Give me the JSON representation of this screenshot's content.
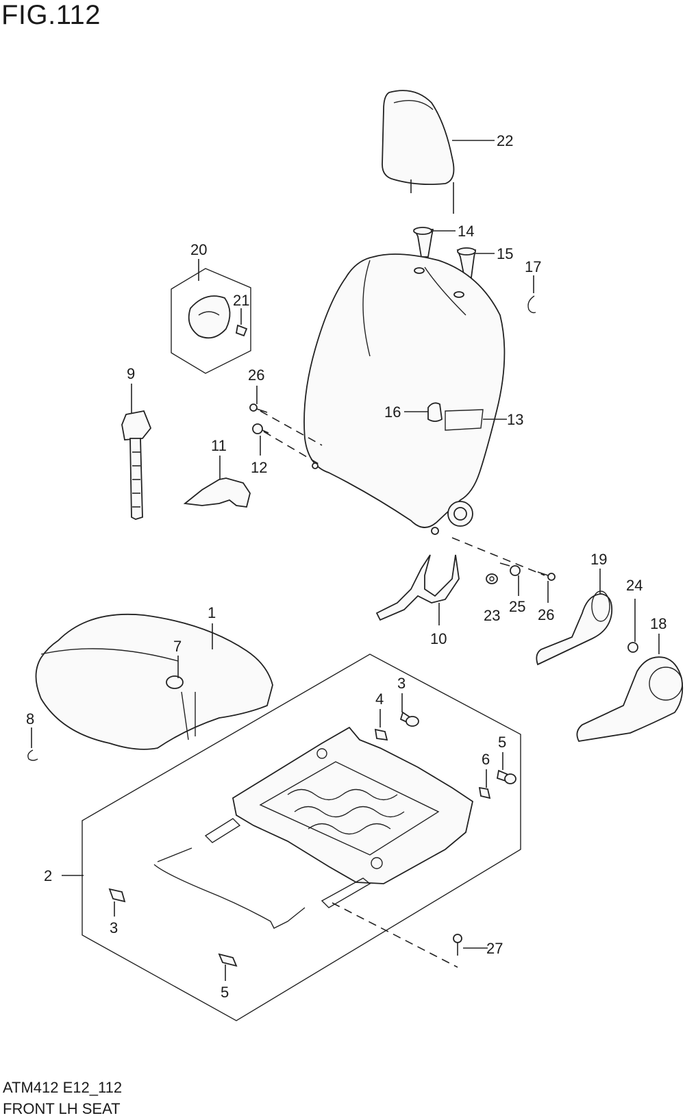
{
  "figure": {
    "title": "FIG.112",
    "code": "ATM412 E12_112",
    "name": "FRONT LH SEAT"
  },
  "callouts": {
    "c1": "1",
    "c2": "2",
    "c3a": "3",
    "c3b": "3",
    "c4": "4",
    "c5a": "5",
    "c5b": "5",
    "c6": "6",
    "c7": "7",
    "c8": "8",
    "c9": "9",
    "c10": "10",
    "c11": "11",
    "c12": "12",
    "c13": "13",
    "c14": "14",
    "c15": "15",
    "c16": "16",
    "c17": "17",
    "c18": "18",
    "c19": "19",
    "c20": "20",
    "c21": "21",
    "c22": "22",
    "c23": "23",
    "c24": "24",
    "c25": "25",
    "c26a": "26",
    "c26b": "26",
    "c27": "27"
  }
}
